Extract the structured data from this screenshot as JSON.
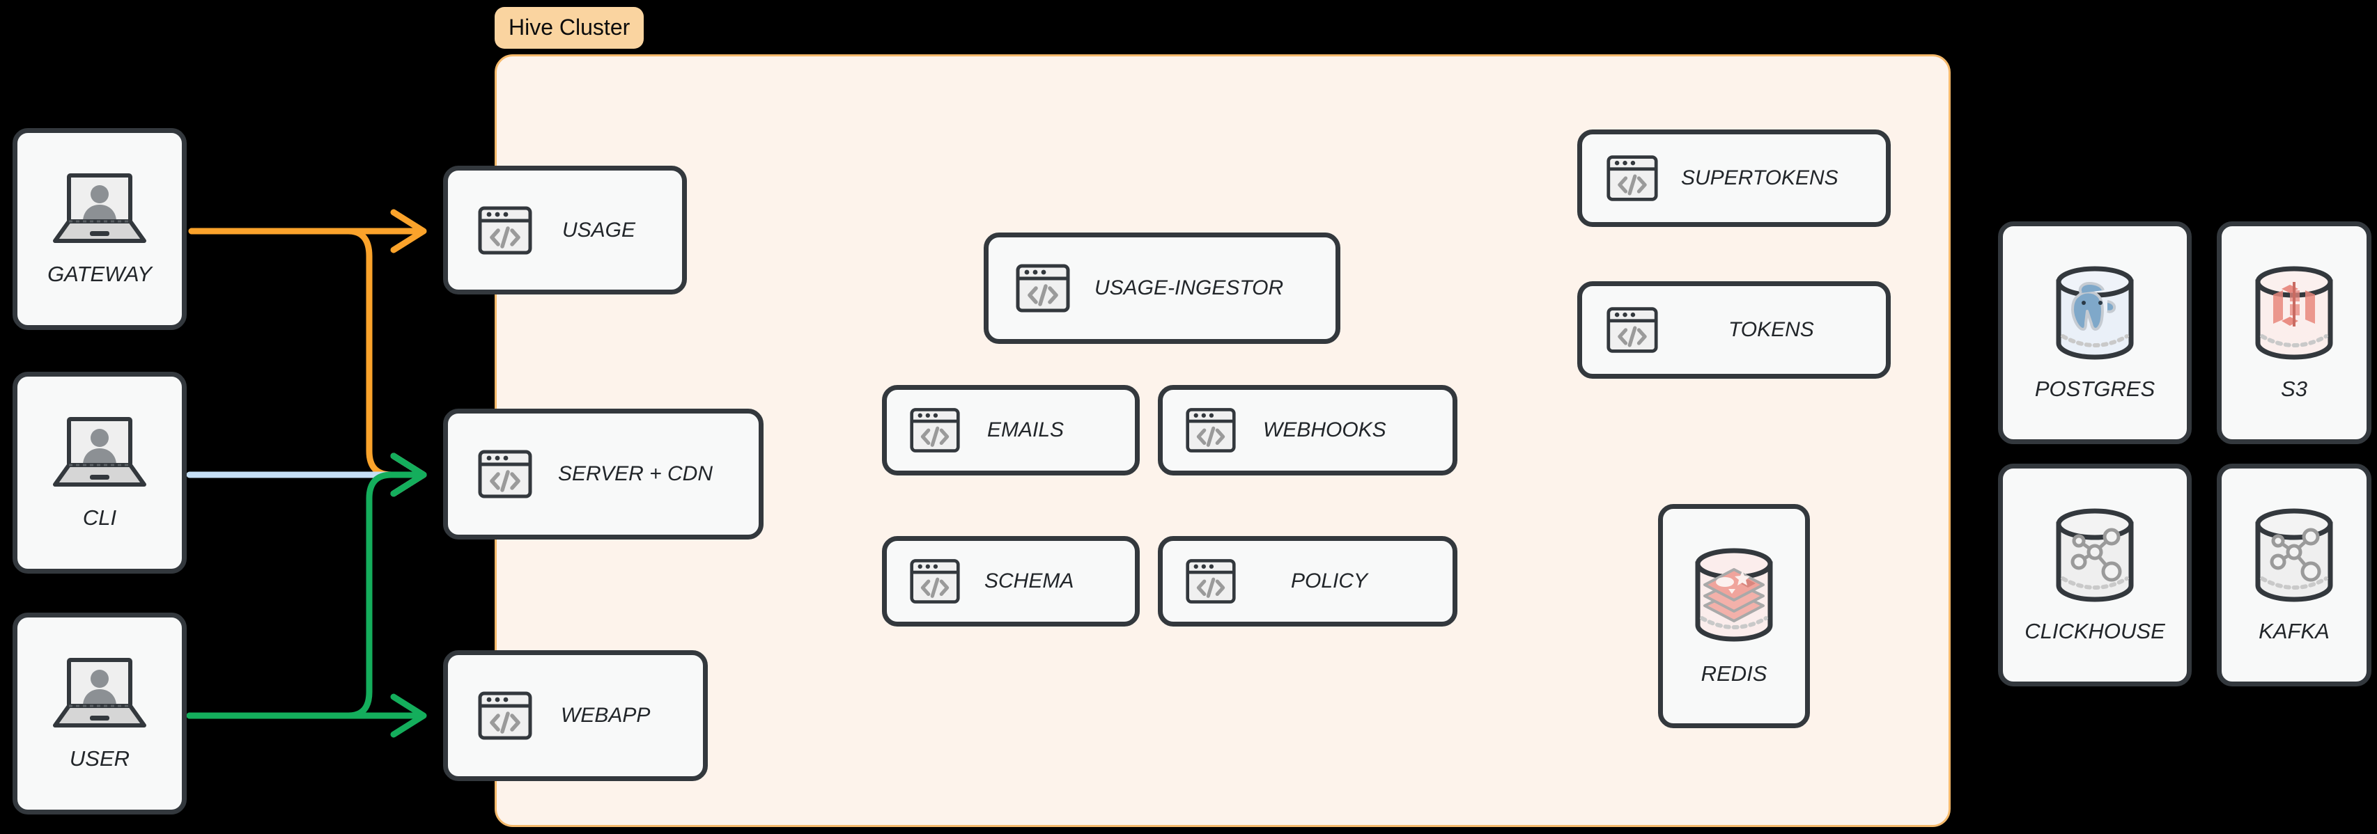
{
  "cluster": {
    "label": "Hive Cluster",
    "border_color": "#F5B96B",
    "fill_color": "#FDF3EB",
    "badge_color": "#FAD4A0"
  },
  "theme": {
    "background": "#000000",
    "node_fill": "#F8F9F9",
    "node_border": "#33383D",
    "text_color": "#22262A",
    "icon_grey": "#9A9A9A",
    "postgres_blue": "#7FA8C9",
    "redis_red": "#F0ADA5",
    "s3_red": "#E8877D"
  },
  "clients": [
    {
      "id": "gateway",
      "label": "GATEWAY",
      "icon": "laptop-user-icon"
    },
    {
      "id": "cli",
      "label": "CLI",
      "icon": "laptop-user-icon"
    },
    {
      "id": "user",
      "label": "USER",
      "icon": "laptop-user-icon"
    }
  ],
  "edge_services": [
    {
      "id": "usage",
      "label": "USAGE",
      "icon": "code-window-icon"
    },
    {
      "id": "server-cdn",
      "label": "SERVER + CDN",
      "icon": "code-window-icon"
    },
    {
      "id": "webapp",
      "label": "WEBAPP",
      "icon": "code-window-icon"
    }
  ],
  "core_services": [
    {
      "id": "usage-ingestor",
      "label": "USAGE-INGESTOR",
      "icon": "code-window-icon"
    },
    {
      "id": "emails",
      "label": "EMAILS",
      "icon": "code-window-icon"
    },
    {
      "id": "webhooks",
      "label": "WEBHOOKS",
      "icon": "code-window-icon"
    },
    {
      "id": "schema",
      "label": "SCHEMA",
      "icon": "code-window-icon"
    },
    {
      "id": "policy",
      "label": "POLICY",
      "icon": "code-window-icon"
    }
  ],
  "auth_services": [
    {
      "id": "supertokens",
      "label": "SUPERTOKENS",
      "icon": "code-window-icon"
    },
    {
      "id": "tokens",
      "label": "TOKENS",
      "icon": "code-window-icon"
    }
  ],
  "cluster_datastores": [
    {
      "id": "redis",
      "label": "REDIS",
      "icon": "redis-cylinder-icon"
    }
  ],
  "external_datastores": [
    {
      "id": "postgres",
      "label": "POSTGRES",
      "icon": "postgres-cylinder-icon"
    },
    {
      "id": "s3",
      "label": "S3",
      "icon": "s3-cylinder-icon"
    },
    {
      "id": "clickhouse",
      "label": "CLICKHOUSE",
      "icon": "graph-cylinder-icon"
    },
    {
      "id": "kafka",
      "label": "KAFKA",
      "icon": "graph-cylinder-icon"
    }
  ],
  "connections": [
    {
      "id": "gateway-to-usage",
      "from": "gateway",
      "to": "usage",
      "color": "#FBA32B",
      "arrow": true
    },
    {
      "id": "gateway-to-server-cdn",
      "from": "gateway",
      "to": "server-cdn",
      "color": "#FBA32B",
      "arrow": true
    },
    {
      "id": "cli-to-server-cdn",
      "from": "cli",
      "to": "server-cdn",
      "color": "#C5DFF5",
      "arrow": true
    },
    {
      "id": "user-to-server-cdn",
      "from": "user",
      "to": "server-cdn",
      "color": "#14AE5C",
      "arrow": true
    },
    {
      "id": "user-to-webapp",
      "from": "user",
      "to": "webapp",
      "color": "#14AE5C",
      "arrow": true
    }
  ]
}
